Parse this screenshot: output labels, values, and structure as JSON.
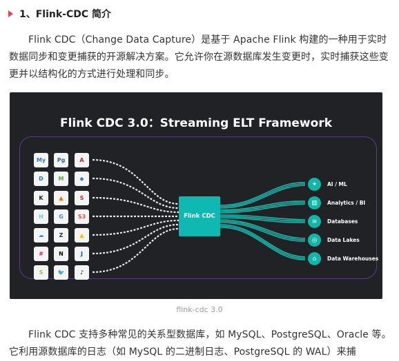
{
  "heading": "1、Flink-CDC 简介",
  "intro_paragraph": "Flink CDC（Change Data Capture）是基于 Apache Flink 构建的一种用于实时数据同步和变更捕获的开源解决方案。它允许你在源数据库发生变更时，实时捕获这些变更并以结构化的方式进行处理和同步。",
  "figure": {
    "title": "Flink CDC 3.0：Streaming ELT Framework",
    "center_label": "Flink CDC",
    "outputs": [
      {
        "label": "AI / ML",
        "icon": "brain-icon"
      },
      {
        "label": "Analytics / BI",
        "icon": "bar-chart-icon"
      },
      {
        "label": "Databases",
        "icon": "database-icon"
      },
      {
        "label": "Data Lakes",
        "icon": "data-lake-icon"
      },
      {
        "label": "Data Warehouses",
        "icon": "warehouse-icon"
      }
    ],
    "source_logos": [
      "mysql-logo-icon",
      "postgresql-logo-icon",
      "apache-logo-icon",
      "db2-logo-icon",
      "mongodb-logo-icon",
      "database-logo-icon",
      "kafka-logo-icon",
      "maxcompute-logo-icon",
      "sqlserver-logo-icon",
      "hadoop-logo-icon",
      "google-logo-icon",
      "s3-logo-icon",
      "salesforce-logo-icon",
      "zendesk-logo-icon",
      "google-ads-logo-icon",
      "slack-logo-icon",
      "notion-logo-icon",
      "jira-logo-icon",
      "shopify-logo-icon",
      "twitter-logo-icon",
      "tiktok-logo-icon"
    ],
    "caption": "flink-cdc 3.0"
  },
  "second_paragraph": "Flink CDC 支持多种常见的关系型数据库，如 MySQL、PostgreSQL、Oracle 等。它利用源数据库的日志（如 MySQL 的二进制日志、PostgreSQL 的 WAL）来捕"
}
